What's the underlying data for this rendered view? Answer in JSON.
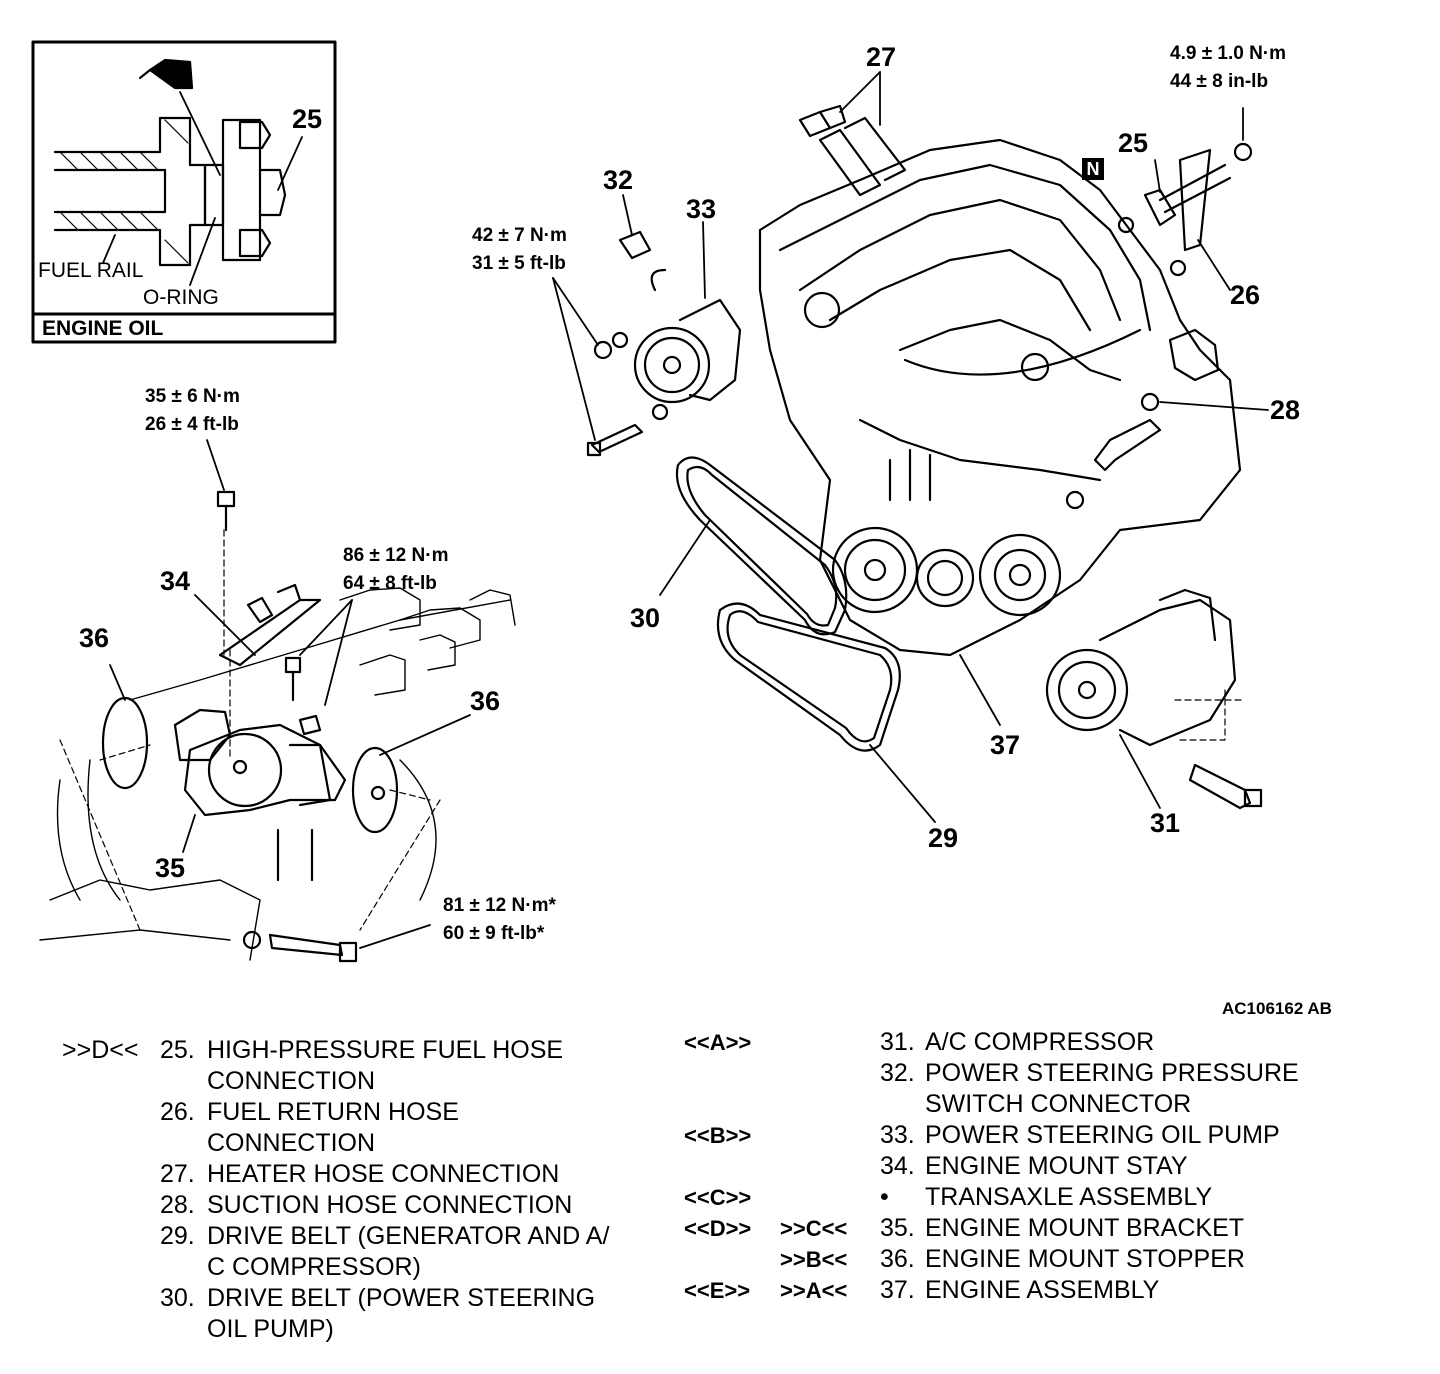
{
  "inset": {
    "callout_25": "25",
    "fuel_rail_label": "FUEL RAIL",
    "o_ring_label": "O-RING",
    "caption": "ENGINE OIL"
  },
  "callouts": {
    "c25": "25",
    "c26": "26",
    "c27": "27",
    "c28": "28",
    "c29": "29",
    "c30": "30",
    "c31": "31",
    "c32": "32",
    "c33": "33",
    "c34": "34",
    "c35": "35",
    "c36_left": "36",
    "c36_right": "36",
    "c37": "37",
    "n_marker": "N"
  },
  "torques": {
    "t_fuel_hose": [
      "4.9 ± 1.0 N·m",
      "44 ± 8 in-lb"
    ],
    "t_ps_pump": [
      "42 ± 7 N·m",
      "31 ± 5 ft-lb"
    ],
    "t_mount_stay": [
      "35 ± 6 N·m",
      "26 ± 4 ft-lb"
    ],
    "t_mount_bracket": [
      "86 ± 12 N·m",
      "64 ± 8 ft-lb"
    ],
    "t_stopper_bolt": [
      "81 ± 12 N·m*",
      "60 ± 9 ft-lb*"
    ]
  },
  "figure_id": "AC106162 AB",
  "legend_left": [
    {
      "code": ">>D<<",
      "num": "25.",
      "lines": [
        "HIGH-PRESSURE FUEL HOSE",
        "CONNECTION"
      ]
    },
    {
      "code": "",
      "num": "26.",
      "lines": [
        "FUEL RETURN HOSE",
        "CONNECTION"
      ]
    },
    {
      "code": "",
      "num": "27.",
      "lines": [
        "HEATER HOSE CONNECTION"
      ]
    },
    {
      "code": "",
      "num": "28.",
      "lines": [
        "SUCTION HOSE CONNECTION"
      ]
    },
    {
      "code": "",
      "num": "29.",
      "lines": [
        "DRIVE BELT (GENERATOR AND A/",
        "C COMPRESSOR)"
      ]
    },
    {
      "code": "",
      "num": "30.",
      "lines": [
        "DRIVE BELT (POWER STEERING",
        "OIL PUMP)"
      ]
    }
  ],
  "legend_right": [
    {
      "code1": "<<A>>",
      "code2": "",
      "num": "31.",
      "lines": [
        "A/C COMPRESSOR"
      ]
    },
    {
      "code1": "",
      "code2": "",
      "num": "32.",
      "lines": [
        "POWER STEERING PRESSURE",
        "SWITCH CONNECTOR"
      ]
    },
    {
      "code1": "<<B>>",
      "code2": "",
      "num": "33.",
      "lines": [
        "POWER STEERING OIL PUMP"
      ]
    },
    {
      "code1": "",
      "code2": "",
      "num": "34.",
      "lines": [
        "ENGINE MOUNT STAY"
      ]
    },
    {
      "code1": "<<C>>",
      "code2": "",
      "num": "•",
      "lines": [
        "TRANSAXLE ASSEMBLY"
      ]
    },
    {
      "code1": "<<D>>",
      "code2": ">>C<<",
      "num": "35.",
      "lines": [
        "ENGINE MOUNT BRACKET"
      ]
    },
    {
      "code1": "",
      "code2": ">>B<<",
      "num": "36.",
      "lines": [
        "ENGINE MOUNT STOPPER"
      ]
    },
    {
      "code1": "<<E>>",
      "code2": ">>A<<",
      "num": "37.",
      "lines": [
        "ENGINE ASSEMBLY"
      ]
    }
  ]
}
